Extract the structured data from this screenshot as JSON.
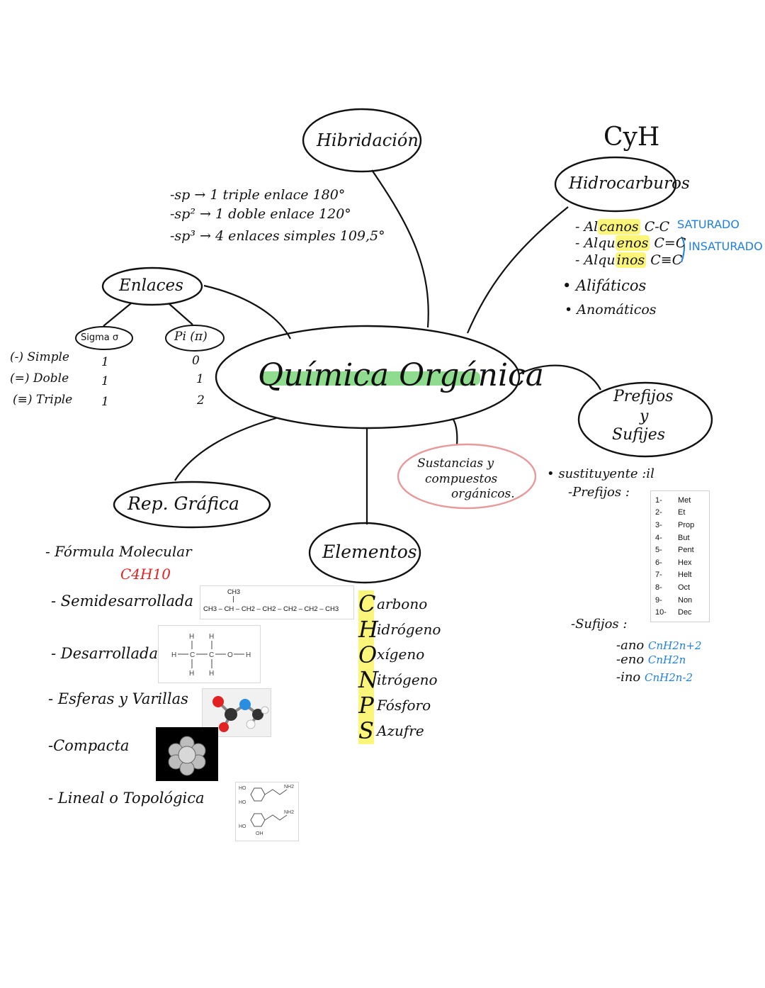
{
  "center": {
    "title": "Química Orgánica"
  },
  "bubbles": {
    "hibridacion": "Hibridación",
    "hidrocarburos": "Hidrocarburos",
    "enlaces": "Enlaces",
    "prefijos_line1": "Prefijos",
    "prefijos_line2": "y",
    "prefijos_line3": "Sufijes",
    "sustancias_line1": "Sustancias y",
    "sustancias_line2": "compuestos",
    "sustancias_line3": "orgánicos.",
    "rep_grafica": "Rep. Gráfica",
    "elementos": "Elementos"
  },
  "cyh": "CyH",
  "hibridacion_notes": [
    "-sp → 1 triple enlace   180°",
    "-sp² → 1 doble enlace   120°",
    "-sp³ → 4 enlaces simples  109,5°"
  ],
  "hidrocarburos": {
    "items": [
      {
        "prefix": "- Al",
        "hl": "canos",
        "bond": "C-C"
      },
      {
        "prefix": "- Alqu",
        "hl": "enos",
        "bond": "C=C"
      },
      {
        "prefix": "- Alqu",
        "hl": "inos",
        "bond": "C≡C"
      }
    ],
    "saturado": "SATURADO",
    "insaturado": "INSATURADO",
    "alifaticos": "• Alifáticos",
    "aromaticos": "• Anomáticos"
  },
  "enlaces": {
    "sigma_label": "Sigma σ",
    "pi_label": "Pi (π)",
    "rows": [
      {
        "label": "(-) Simple",
        "sigma": "1",
        "pi": "0"
      },
      {
        "label": "(=) Doble",
        "sigma": "1",
        "pi": "1"
      },
      {
        "label": "(≡) Triple",
        "sigma": "1",
        "pi": "2"
      }
    ]
  },
  "prefijos": {
    "sustituyente": "• sustituyente :il",
    "prefijos_label": "-Prefijos :",
    "table": [
      {
        "n": "1-",
        "p": "Met"
      },
      {
        "n": "2-",
        "p": "Et"
      },
      {
        "n": "3-",
        "p": "Prop"
      },
      {
        "n": "4-",
        "p": "But"
      },
      {
        "n": "5-",
        "p": "Pent"
      },
      {
        "n": "6-",
        "p": "Hex"
      },
      {
        "n": "7-",
        "p": "Helt"
      },
      {
        "n": "8-",
        "p": "Oct"
      },
      {
        "n": "9-",
        "p": "Non"
      },
      {
        "n": "10-",
        "p": "Dec"
      }
    ],
    "sufijos_label": "-Sufijos :",
    "sufijos": [
      {
        "suf": "-ano",
        "formula": "CnH2n+2"
      },
      {
        "suf": "-eno",
        "formula": "CnH2n"
      },
      {
        "suf": "-ino",
        "formula": "CnH2n-2"
      }
    ]
  },
  "rep_grafica": {
    "formula_molecular": "- Fórmula Molecular",
    "formula": "C4H10",
    "semidesarrollada": "- Semidesarrollada",
    "semi_top": "CH3",
    "semi_chain": "CH3 – CH – CH2 – CH2 – CH2 – CH2 – CH3",
    "desarrollada": "- Desarrollada",
    "esferas": "- Esferas y Varillas",
    "compacta": "-Compacta",
    "lineal": "- Lineal  o  Topológica",
    "topo_labels": [
      "HO",
      "HO",
      "NH2",
      "NH2",
      "HO",
      "OH"
    ]
  },
  "chops": [
    {
      "letter": "C",
      "rest": "arbono"
    },
    {
      "letter": "H",
      "rest": "idrógeno"
    },
    {
      "letter": "O",
      "rest": "xígeno"
    },
    {
      "letter": "N",
      "rest": "itrógeno"
    },
    {
      "letter": "P",
      "rest": "Fósforo"
    },
    {
      "letter": "S",
      "rest": "Azufre"
    }
  ],
  "colors": {
    "ink": "#111111",
    "blue": "#1f7fe0",
    "red": "#e22222",
    "green_highlight": "#8fdc8f",
    "yellow_highlight": "#fbf57a",
    "pink_outline": "#e79a9a"
  }
}
